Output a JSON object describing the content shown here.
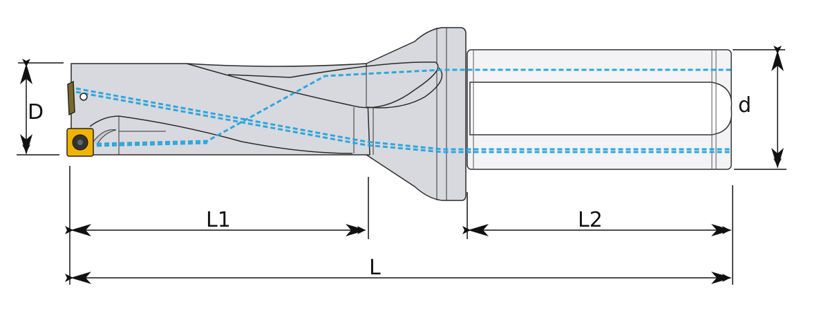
{
  "diagram": {
    "labels": {
      "body_diameter": "D",
      "shank_diameter": "d",
      "drilling_length": "L1",
      "shank_length": "L2",
      "overall_length": "L"
    },
    "colors": {
      "body": "#d8d9de",
      "shank": "#f3f3f5",
      "outline": "#2a2a2a",
      "coolant": "#2ea6de",
      "insert": "#f0b400"
    }
  }
}
